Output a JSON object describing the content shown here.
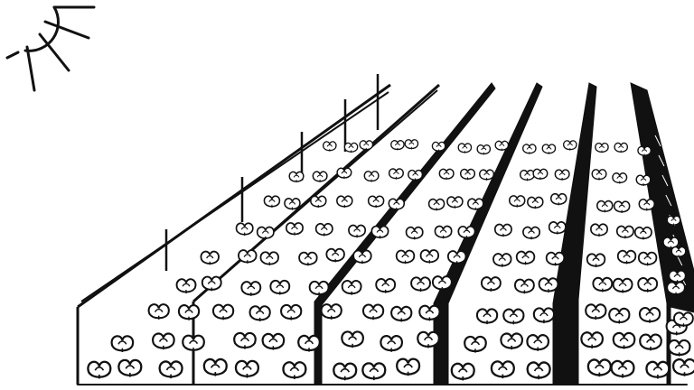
{
  "illustration": {
    "subject": "sun-over-crop-rows-with-shade-panels",
    "colors": {
      "ink": "#111111",
      "background": "#ffffff",
      "highlight": "#ffffff"
    },
    "rows": [
      {
        "id": "row-1",
        "divider": "open-frame"
      },
      {
        "id": "row-2",
        "divider": "wire-line"
      },
      {
        "id": "row-3",
        "divider": "thin-panel"
      },
      {
        "id": "row-4",
        "divider": "medium-panel"
      },
      {
        "id": "row-5",
        "divider": "wide-panel"
      },
      {
        "id": "row-6",
        "divider": "wide-panel"
      }
    ]
  }
}
